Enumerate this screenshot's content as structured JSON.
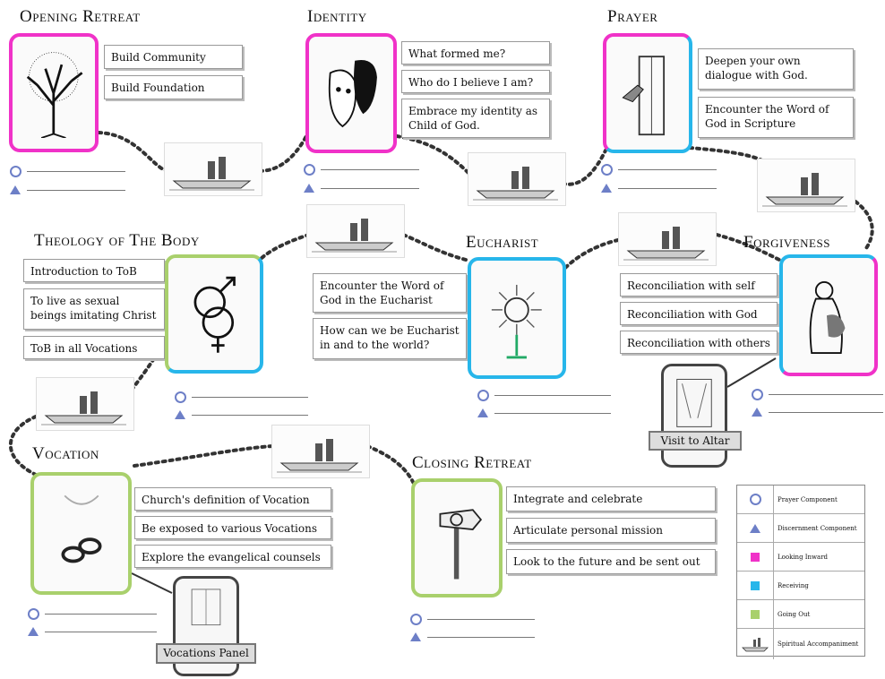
{
  "stages": [
    {
      "id": "opening-retreat",
      "title": "Opening Retreat",
      "items": [
        "Build Community",
        "Build Foundation"
      ]
    },
    {
      "id": "identity",
      "title": "Identity",
      "items": [
        "What formed me?",
        "Who do I believe I am?",
        "Embrace my identity as Child of God."
      ]
    },
    {
      "id": "prayer",
      "title": "Prayer",
      "items": [
        "Deepen your own dialogue with God.",
        "Encounter the Word of God in Scripture"
      ]
    },
    {
      "id": "theology-body",
      "title": "Theology of The Body",
      "items": [
        "Introduction to ToB",
        "To live as sexual beings imitating Christ",
        "ToB in all Vocations"
      ]
    },
    {
      "id": "eucharist",
      "title": "Eucharist",
      "items": [
        "Encounter the Word of God in the Eucharist",
        "How can we be Eucharist in and to the world?"
      ]
    },
    {
      "id": "forgiveness",
      "title": "Forgiveness",
      "items": [
        "Reconciliation with self",
        "Reconciliation with God",
        "Reconciliation with others"
      ]
    },
    {
      "id": "vocation",
      "title": "Vocation",
      "items": [
        "Church's definition of Vocation",
        "Be exposed to various Vocations",
        "Explore the evangelical counsels"
      ]
    },
    {
      "id": "closing-retreat",
      "title": "Closing Retreat",
      "items": [
        "Integrate and celebrate",
        "Articulate personal mission",
        "Look to the future and be sent out"
      ]
    }
  ],
  "signs": {
    "forgiveness": "Visit to Altar",
    "vocation": "Vocations Panel"
  },
  "legend": [
    {
      "icon": "prayer-circle-icon",
      "label": "Prayer Component"
    },
    {
      "icon": "discernment-triangle-icon",
      "label": "Discernment Component"
    },
    {
      "icon": "pink-square-icon",
      "label": "Looking Inward",
      "color": "#f032c8"
    },
    {
      "icon": "blue-square-icon",
      "label": "Receiving",
      "color": "#27b6ea"
    },
    {
      "icon": "green-square-icon",
      "label": "Going Out",
      "color": "#a9d06c"
    },
    {
      "icon": "boat-icon",
      "label": "Spiritual Accompaniment"
    }
  ],
  "colors": {
    "looking_inward": "#f032c8",
    "receiving": "#27b6ea",
    "going_out": "#a9d06c",
    "component_icon": "#6d7fc7"
  }
}
